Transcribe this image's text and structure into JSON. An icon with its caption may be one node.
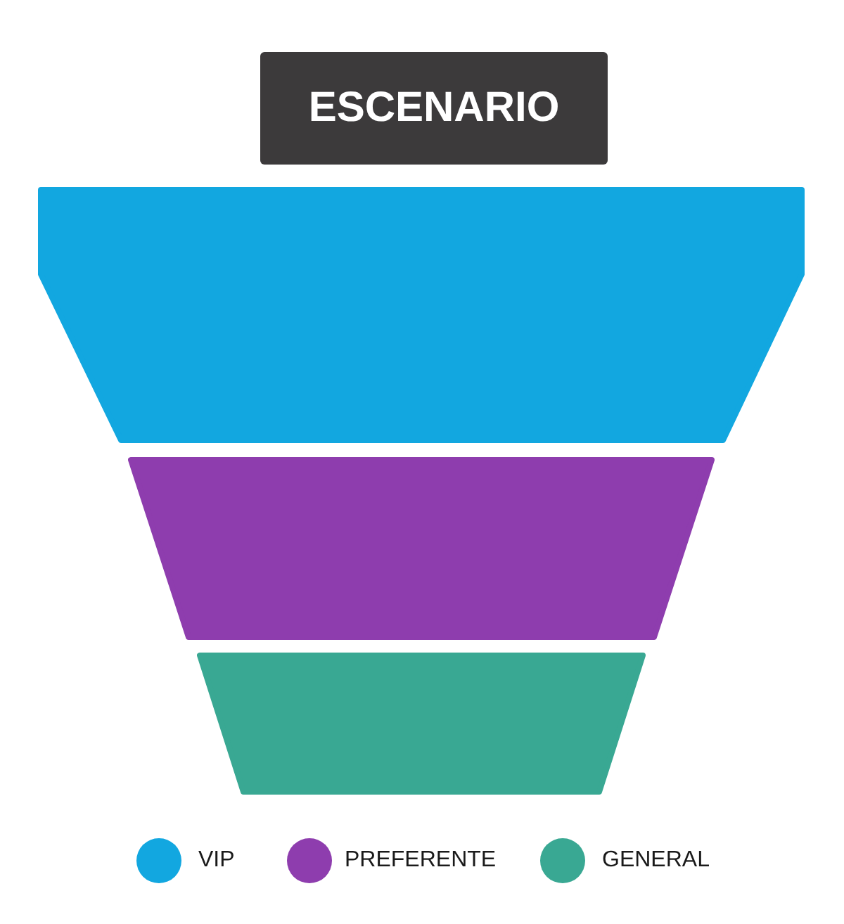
{
  "diagram": {
    "nodes": [
      {
        "text": [
          "ESCENARIO"
        ]
      },
      {
        "text": [],
        "shape": "trapezoid"
      },
      {
        "text": [],
        "shape": "trapezoid"
      },
      {
        "text": [],
        "shape": "trapezoid"
      }
    ],
    "legend": [
      {
        "text": "VIP",
        "color": "#12a7e0"
      },
      {
        "text": "PREFERENTE",
        "color": "#8e3dae"
      },
      {
        "text": "GENERAL",
        "color": "#39a893"
      }
    ]
  }
}
